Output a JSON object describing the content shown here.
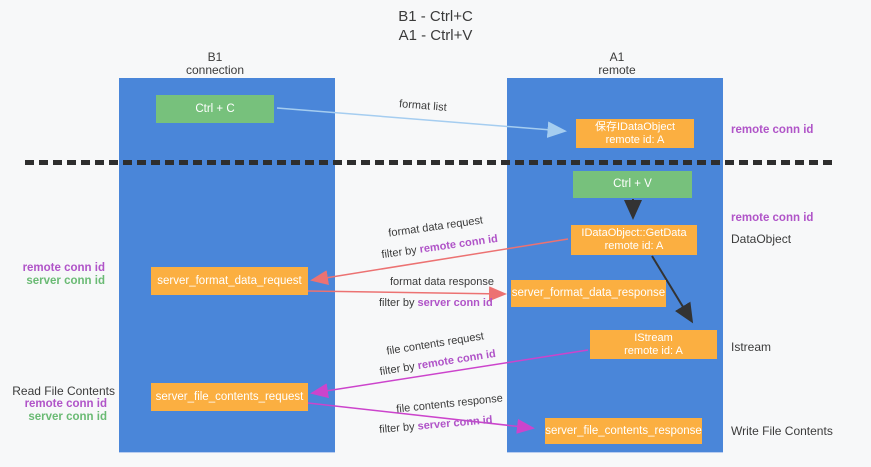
{
  "title": {
    "line1": "B1 - Ctrl+C",
    "line2": "A1 - Ctrl+V"
  },
  "lanes": {
    "b1": {
      "name": "B1",
      "role": "connection"
    },
    "a1": {
      "name": "A1",
      "role": "remote"
    }
  },
  "nodes": {
    "ctrl_c": {
      "label": "Ctrl + C"
    },
    "ctrl_v": {
      "label": "Ctrl + V"
    },
    "save_dataobject": {
      "line1": "保存IDataObject",
      "line2": "remote id: A"
    },
    "getdata": {
      "line1": "IDataObject::GetData",
      "line2": "remote id: A"
    },
    "istream": {
      "line1": "IStream",
      "line2": "remote id: A"
    },
    "format_request": {
      "label": "server_format_data_request"
    },
    "format_response": {
      "label": "server_format_data_response"
    },
    "file_request": {
      "label": "server_file_contents_request"
    },
    "file_response": {
      "label": "server_file_contents_response"
    }
  },
  "annotations": {
    "remote_conn_id_top": "remote conn id",
    "remote_conn_id_mid": "remote conn id",
    "dataobject": "DataObject",
    "istream": "Istream",
    "write_file_contents": "Write File Contents",
    "read_file_contents": "Read File Contents",
    "left_mid_remote": "remote conn id",
    "left_mid_server": "server conn id",
    "left_bottom_remote": "remote conn id",
    "left_bottom_server": "server conn id"
  },
  "flows": {
    "format_list": {
      "label": "format list"
    },
    "format_data_request": {
      "label": "format data request",
      "filter_prefix": "filter by ",
      "filter_key": "remote conn id"
    },
    "format_data_response": {
      "label": "format data response",
      "filter_prefix": "filter by ",
      "filter_key": "server conn id"
    },
    "file_contents_request": {
      "label": "file contents request",
      "filter_prefix": "filter by ",
      "filter_key": "remote conn id"
    },
    "file_contents_response": {
      "label": "file contents response",
      "filter_prefix": "filter by ",
      "filter_key": "server conn id"
    }
  },
  "colors": {
    "background": "#f7f8f9",
    "lane_blue": "#4a86d9",
    "node_green": "#77c17c",
    "node_orange": "#fbaf41",
    "remote_conn_purple": "#b054c8",
    "server_conn_green": "#6aba74",
    "format_arrow_red": "#ec7272",
    "file_arrow_magenta": "#cc44cc",
    "format_list_arrow_blue": "#a5cdf0",
    "black_arrow": "#333333",
    "divider_black": "#2e2e2e"
  }
}
